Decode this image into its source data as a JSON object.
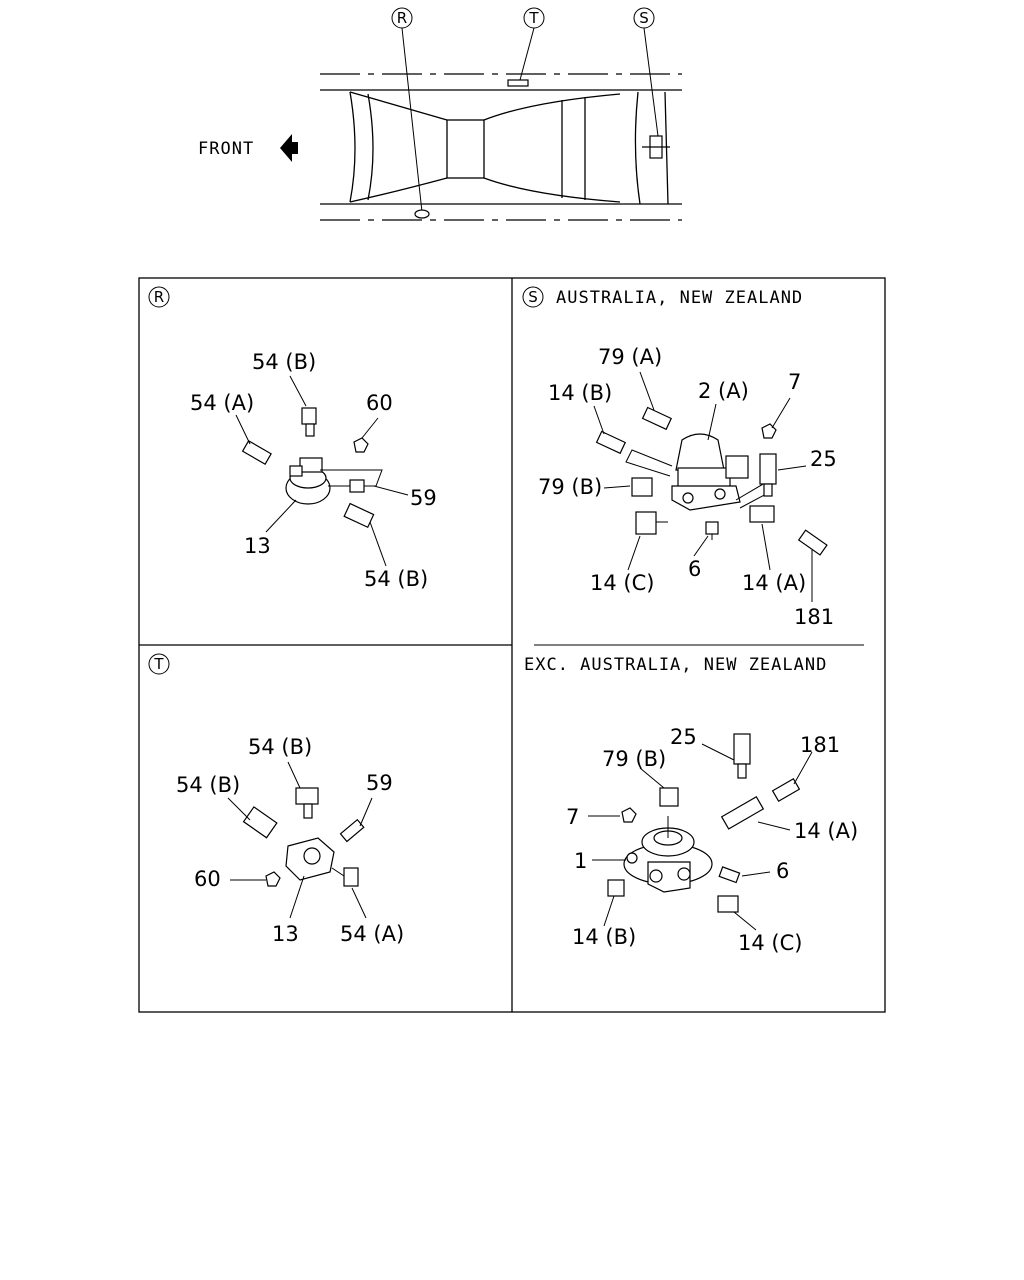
{
  "overview": {
    "front_label": "FRONT",
    "markers": {
      "r": "R",
      "t": "T",
      "s": "S"
    }
  },
  "panel_r": {
    "marker": "R",
    "labels": [
      "54 (B)",
      "54 (A)",
      "60",
      "59",
      "13",
      "54 (B)"
    ]
  },
  "panel_t": {
    "marker": "T",
    "labels": [
      "54 (B)",
      "54 (B)",
      "59",
      "60",
      "13",
      "54 (A)"
    ]
  },
  "panel_s": {
    "marker": "S",
    "heading": "AUSTRALIA, NEW ZEALAND",
    "labels": [
      "79 (A)",
      "14 (B)",
      "2 (A)",
      "7",
      "25",
      "79 (B)",
      "14 (C)",
      "6",
      "14 (A)",
      "181"
    ]
  },
  "panel_exc": {
    "heading": "EXC. AUSTRALIA, NEW ZEALAND",
    "labels": [
      "25",
      "181",
      "79 (B)",
      "7",
      "14 (A)",
      "1",
      "6",
      "14 (B)",
      "14 (C)"
    ]
  }
}
